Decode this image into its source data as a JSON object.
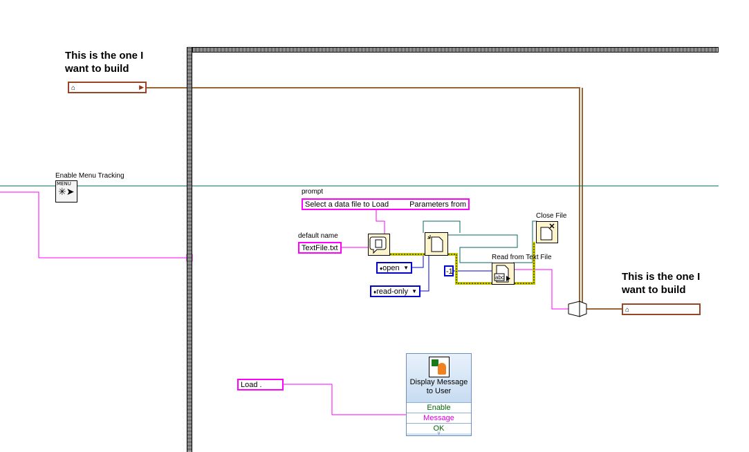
{
  "notes": {
    "top_left": [
      "This is the one I",
      "want to build"
    ],
    "right": [
      "This is the one I",
      "want to build"
    ]
  },
  "nodes": {
    "enable_menu_tracking": {
      "label": "Enable Menu Tracking",
      "icon_text": "MENU"
    },
    "prompt": {
      "label": "prompt",
      "value": "Select a data file to Load",
      "extra": "Parameters from"
    },
    "default_name": {
      "label": "default name",
      "value": "TextFile.txt"
    },
    "open_enum": {
      "value": "open"
    },
    "readonly_enum": {
      "value": "read-only"
    },
    "count_const": {
      "value": "-1"
    },
    "read_from_text_file": {
      "label": "Read from Text File"
    },
    "close_file": {
      "label": "Close File"
    },
    "load_const": {
      "value": "Load ."
    },
    "display_message": {
      "title": "Display Message to User",
      "title_lines": [
        "Display Message",
        "to User"
      ],
      "rows": [
        "Enable",
        "Message",
        "OK"
      ]
    }
  },
  "colors": {
    "string_wire": "#ff00ff",
    "refnum_wire": "#006666",
    "enum_wire": "#0000cc",
    "path_wire": "#996633",
    "error_wire": "#c8c800",
    "frame": "#000000"
  },
  "icons": [
    "home-icon",
    "menu-cursor-icon",
    "file-dialog-icon",
    "open-file-icon",
    "read-text-file-icon",
    "close-file-icon",
    "message-user-icon",
    "bundle-node-icon"
  ]
}
